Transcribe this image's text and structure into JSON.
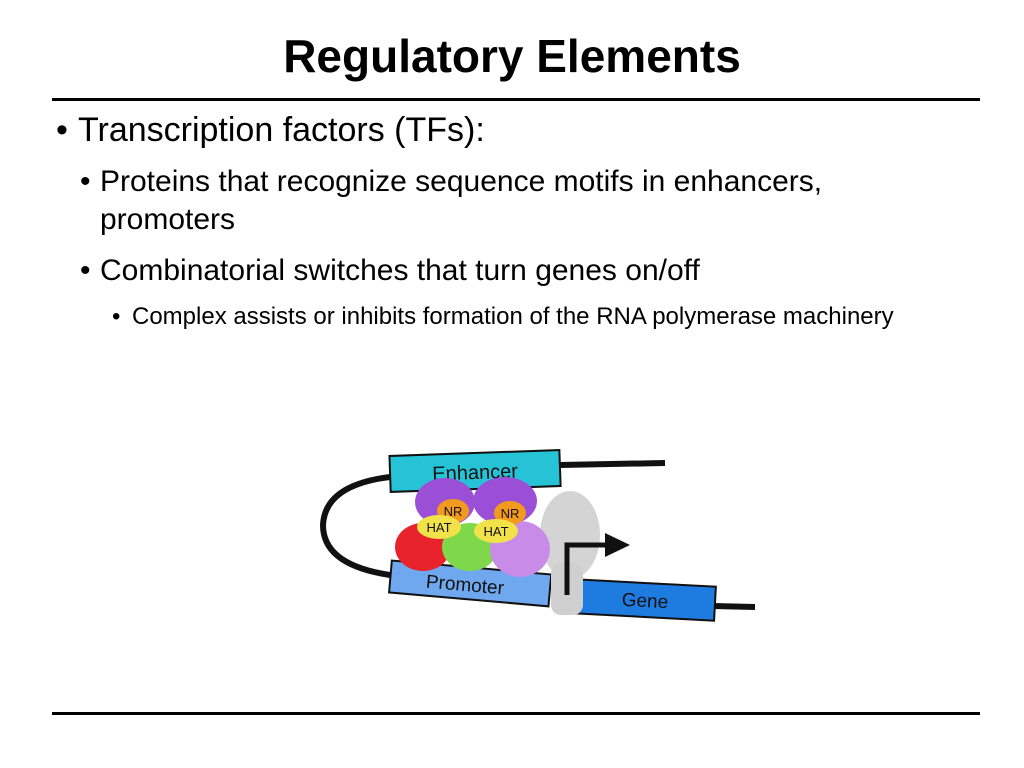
{
  "slide": {
    "title": "Regulatory Elements",
    "bullets": [
      {
        "level": 1,
        "text": "Transcription factors (TFs):"
      },
      {
        "level": 2,
        "text": "Proteins that recognize sequence motifs in enhancers, promoters"
      },
      {
        "level": 2,
        "text": "Combinatorial switches that turn genes on/off"
      },
      {
        "level": 3,
        "text": "Complex assists or inhibits formation of the RNA polymerase machinery"
      }
    ],
    "bullet_glyph": "•"
  },
  "diagram": {
    "enhancer_label": "Enhancer",
    "promoter_label": "Promoter",
    "gene_label": "Gene",
    "nr_label": "NR",
    "hat_label": "HAT",
    "colors": {
      "enhancer_box": "#26c3d6",
      "promoter_box": "#6fa8ee",
      "gene_box": "#1e7be0",
      "purple": "#9b4fd6",
      "nr_orange": "#f29a1e",
      "hat_yellow": "#f2e24a",
      "red": "#e8232b",
      "green": "#7fd84a",
      "violet": "#c98be8",
      "polymerase_gray": "#cfcfcf"
    }
  }
}
